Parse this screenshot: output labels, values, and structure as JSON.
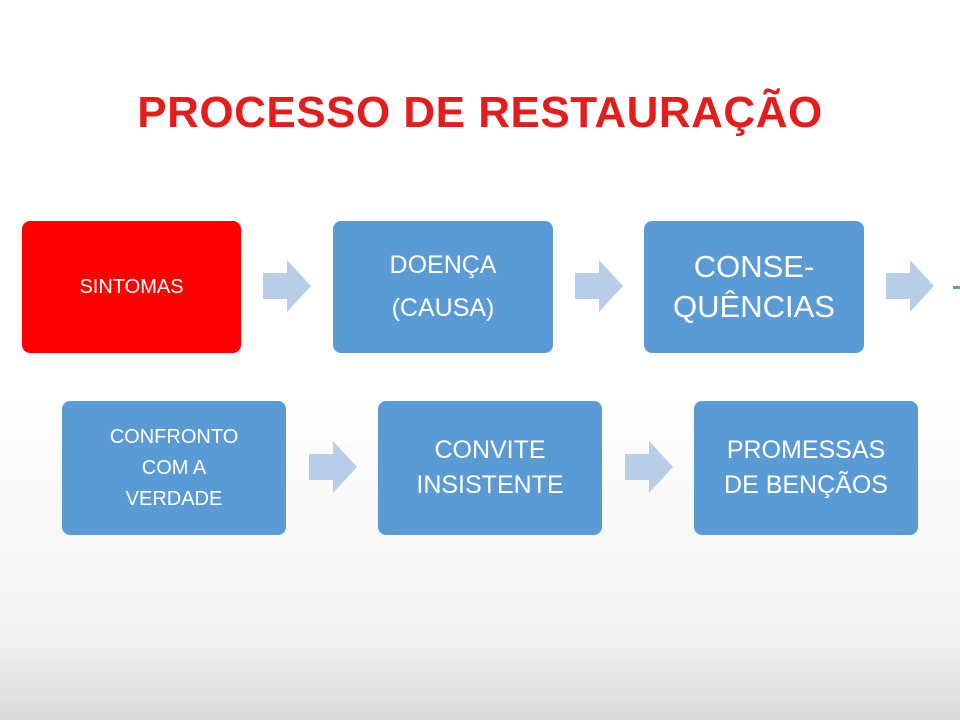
{
  "title": "PROCESSO DE RESTAURAÇÃO",
  "colors": {
    "title": "#e31c1c",
    "box_blue": "#5b9bd5",
    "box_red": "#ff0000",
    "arrow": "#b8cde8"
  },
  "row1": [
    {
      "label": "SINTOMAS"
    },
    {
      "label_line1": "DOENÇA",
      "label_line2": "(CAUSA)"
    },
    {
      "label": "CONSE-\nQUÊNCIAS"
    }
  ],
  "row2": [
    {
      "label": "CONFRONTO\nCOM A\nVERDADE"
    },
    {
      "label": "CONVITE\nINSISTENTE"
    },
    {
      "label": "PROMESSAS\nDE BENÇÃOS"
    }
  ]
}
